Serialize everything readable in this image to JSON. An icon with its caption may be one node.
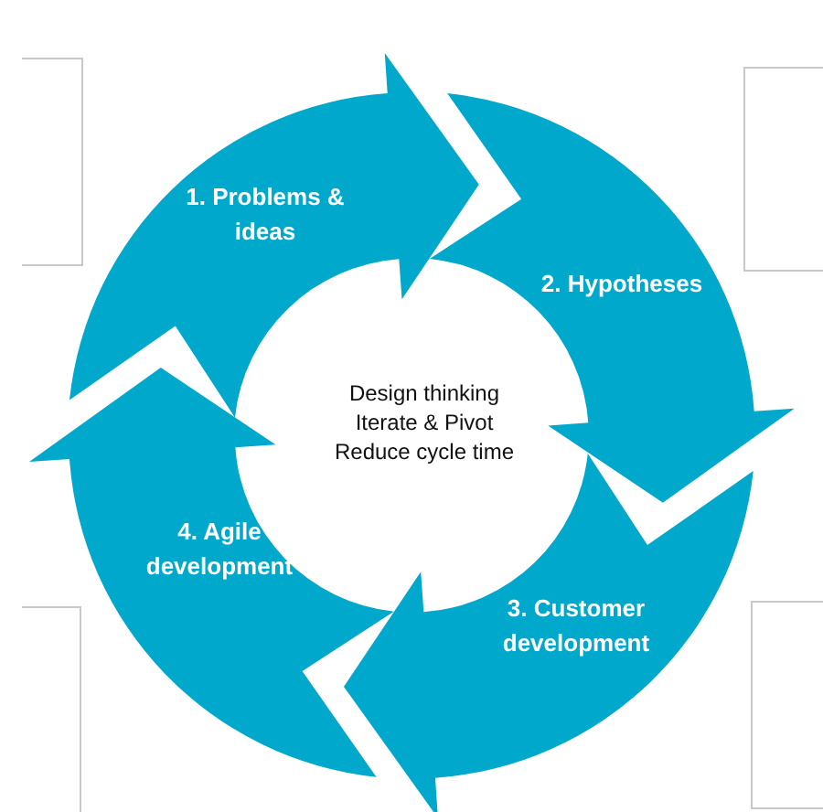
{
  "diagram": {
    "nodes": [
      {
        "text": [
          "1. Problems & ideas"
        ]
      },
      {
        "text": [
          "2. Hypotheses"
        ]
      },
      {
        "text": [
          "3. Customer development"
        ]
      },
      {
        "text": [
          "4. Agile development"
        ]
      }
    ],
    "labels": [
      "Design thinking",
      "Iterate & Pivot",
      "Reduce cycle time"
    ]
  }
}
